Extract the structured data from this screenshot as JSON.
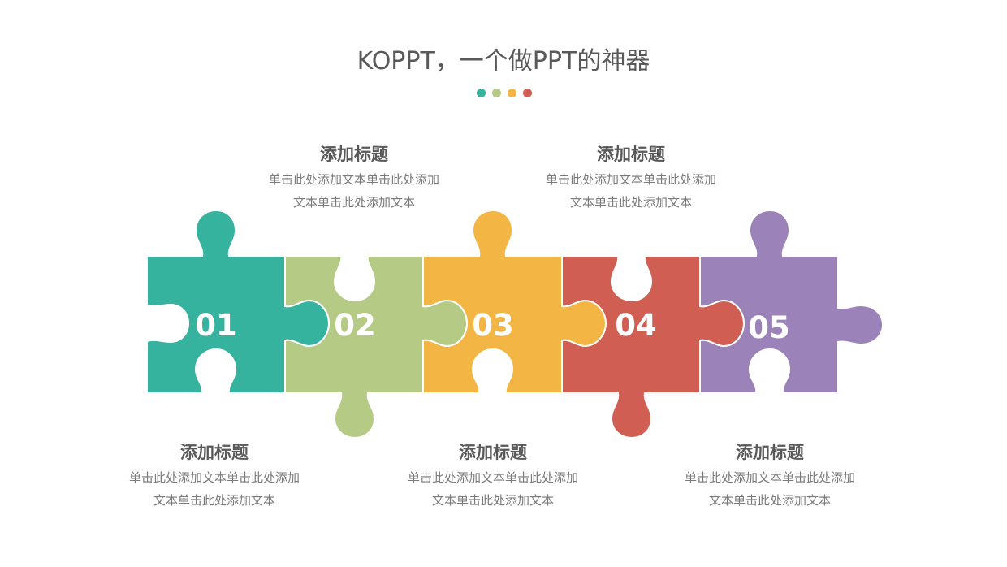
{
  "title": "KOPPT，一个做PPT的神器",
  "dots": [
    "#35b39f",
    "#b5cb85",
    "#f3b645",
    "#d05e52"
  ],
  "pieces": [
    {
      "number": "01",
      "color": "#35b39f"
    },
    {
      "number": "02",
      "color": "#b5cb85"
    },
    {
      "number": "03",
      "color": "#f3b645"
    },
    {
      "number": "04",
      "color": "#d05e52"
    },
    {
      "number": "05",
      "color": "#9b83b9"
    }
  ],
  "labels": [
    {
      "heading": "添加标题",
      "line1": "单击此处添加文本单击此处添加",
      "line2": "文本单击此处添加文本"
    },
    {
      "heading": "添加标题",
      "line1": "单击此处添加文本单击此处添加",
      "line2": "文本单击此处添加文本"
    },
    {
      "heading": "添加标题",
      "line1": "单击此处添加文本单击此处添加",
      "line2": "文本单击此处添加文本"
    },
    {
      "heading": "添加标题",
      "line1": "单击此处添加文本单击此处添加",
      "line2": "文本单击此处添加文本"
    },
    {
      "heading": "添加标题",
      "line1": "单击此处添加文本单击此处添加",
      "line2": "文本单击此处添加文本"
    }
  ]
}
